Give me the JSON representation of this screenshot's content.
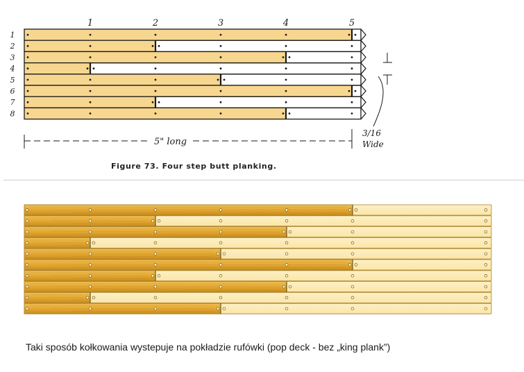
{
  "figure": {
    "column_numbers": [
      "1",
      "2",
      "3",
      "4",
      "5"
    ],
    "row_numbers": [
      "1",
      "2",
      "3",
      "4",
      "5",
      "6",
      "7",
      "8"
    ],
    "length_label": "5\" long",
    "width_label_num": "3/16",
    "width_label_word": "Wide",
    "caption": "Figure 73.  Four step butt planking.",
    "butts": [
      5,
      2,
      4,
      1,
      3,
      5,
      2,
      4
    ],
    "colors": {
      "plank_fill": "#f7d68f",
      "line": "#1a1a1a"
    }
  },
  "render": {
    "butts": [
      5,
      2,
      4,
      1,
      3,
      5,
      2,
      4,
      1,
      3
    ],
    "colors": {
      "dark_plank": "#e2a52e",
      "light_plank": "#fbe6a8",
      "edge": "#a8822a"
    },
    "caption": "Taki sposób kołkowania wystepuje na pokładzie rufówki (pop deck - bez „king plank”)"
  }
}
